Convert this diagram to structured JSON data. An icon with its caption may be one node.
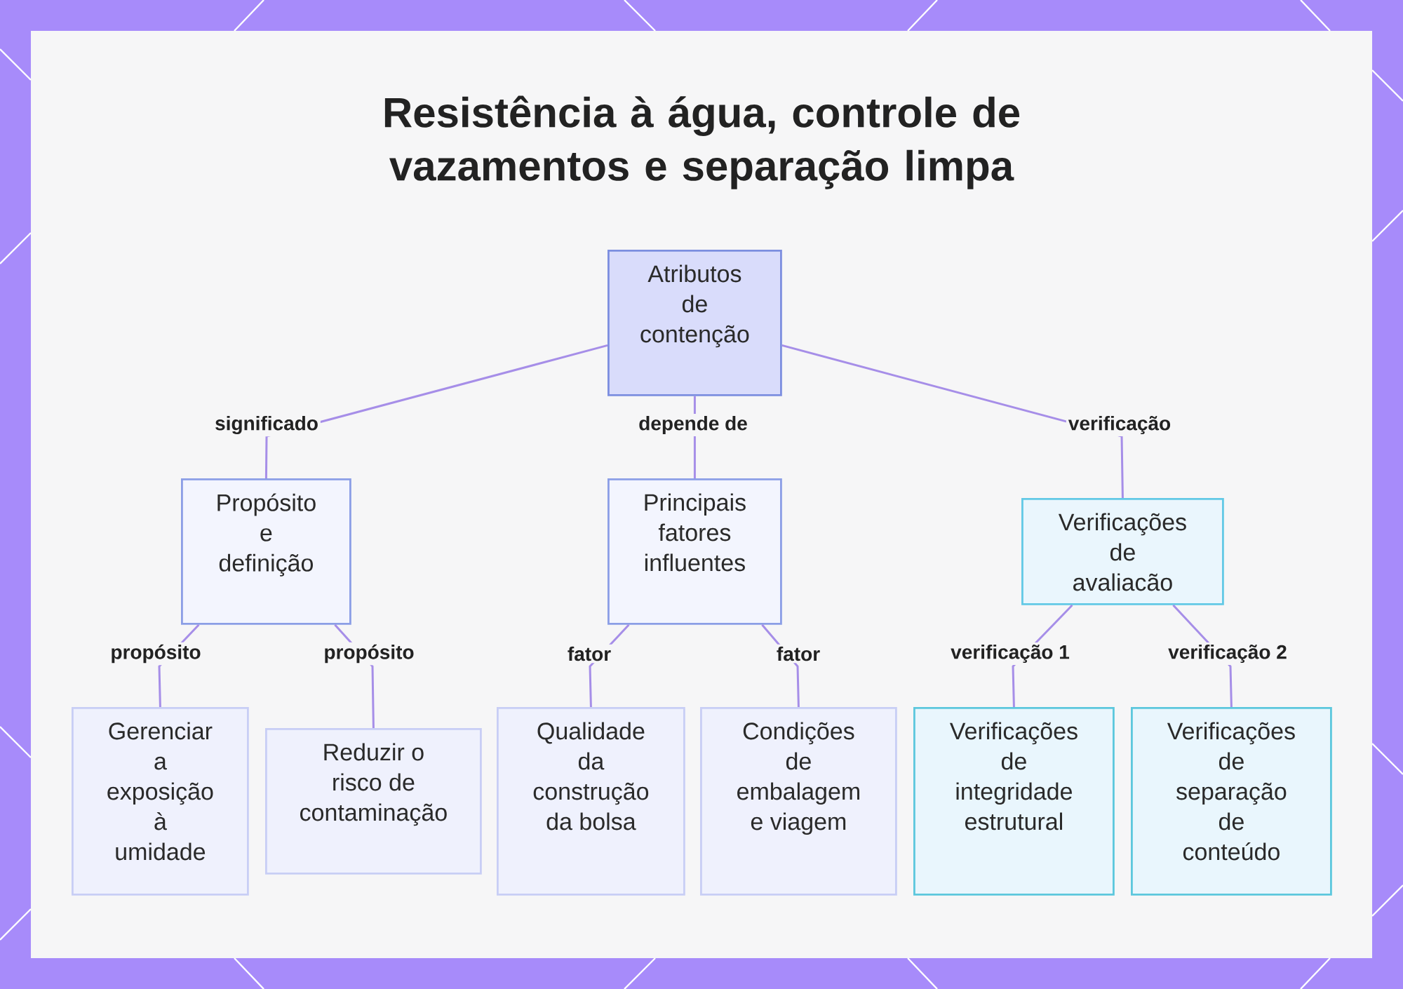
{
  "diagram": {
    "title": "Resistência à água, controle de vazamentos e separação limpa",
    "nodes": [
      {
        "text": [
          "Atributos de contenção"
        ]
      },
      {
        "text": [
          "Propósito e definição"
        ]
      },
      {
        "text": [
          "Principais fatores influentes"
        ]
      },
      {
        "text": [
          "Verificações de avaliacão"
        ]
      },
      {
        "text": [
          "Gerenciar a exposição à umidade"
        ]
      },
      {
        "text": [
          "Reduzir o risco de contaminação"
        ]
      },
      {
        "text": [
          "Qualidade da construção da bolsa"
        ]
      },
      {
        "text": [
          "Condições de embalagem e viagem"
        ]
      },
      {
        "text": [
          "Verificações de integridade estrutural"
        ]
      },
      {
        "text": [
          "Verificações de separação de conteúdo"
        ]
      }
    ],
    "edges": [
      {
        "from": 0,
        "to": 1,
        "arrow": "none",
        "label": "significado"
      },
      {
        "from": 0,
        "to": 2,
        "arrow": "none",
        "label": "depende de"
      },
      {
        "from": 0,
        "to": 3,
        "arrow": "none",
        "label": "verificação"
      },
      {
        "from": 1,
        "to": 4,
        "arrow": "none",
        "label": "propósito"
      },
      {
        "from": 1,
        "to": 5,
        "arrow": "none",
        "label": "propósito"
      },
      {
        "from": 2,
        "to": 6,
        "arrow": "none",
        "label": "fator"
      },
      {
        "from": 2,
        "to": 7,
        "arrow": "none",
        "label": "fator"
      },
      {
        "from": 3,
        "to": 8,
        "arrow": "none",
        "label": "verificação 1"
      },
      {
        "from": 3,
        "to": 9,
        "arrow": "none",
        "label": "verificação 2"
      }
    ]
  }
}
